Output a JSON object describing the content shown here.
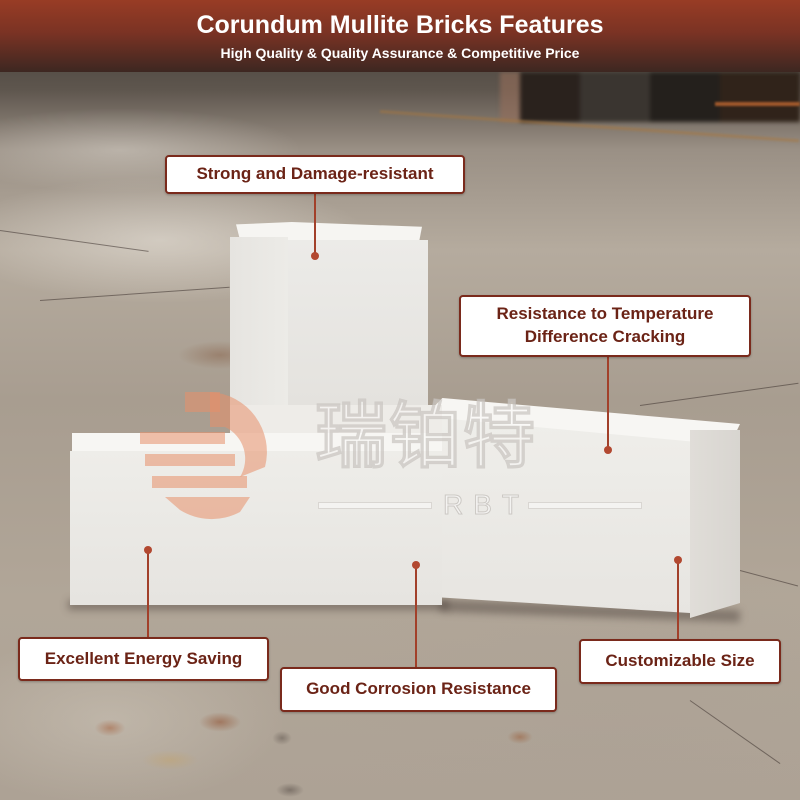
{
  "header": {
    "title": "Corundum Mullite Bricks Features",
    "subtitle": "High Quality & Quality Assurance & Competitive Price"
  },
  "watermark": {
    "logo_icon": "rbt-r-logo-icon",
    "chinese_name": "瑞铂特",
    "brand": "RBT"
  },
  "features": [
    {
      "label": "Strong and Damage-resistant"
    },
    {
      "label_line1": "Resistance to Temperature",
      "label_line2": "Difference Cracking"
    },
    {
      "label": "Excellent Energy Saving"
    },
    {
      "label": "Good Corrosion Resistance"
    },
    {
      "label": "Customizable Size"
    }
  ],
  "colors": {
    "header_top": "#983c25",
    "header_bottom": "#3d2721",
    "callout_border": "#7a2a1c",
    "callout_text": "#6b2316",
    "leader_line": "#a2402a",
    "watermark_orange": "#e8906a"
  }
}
